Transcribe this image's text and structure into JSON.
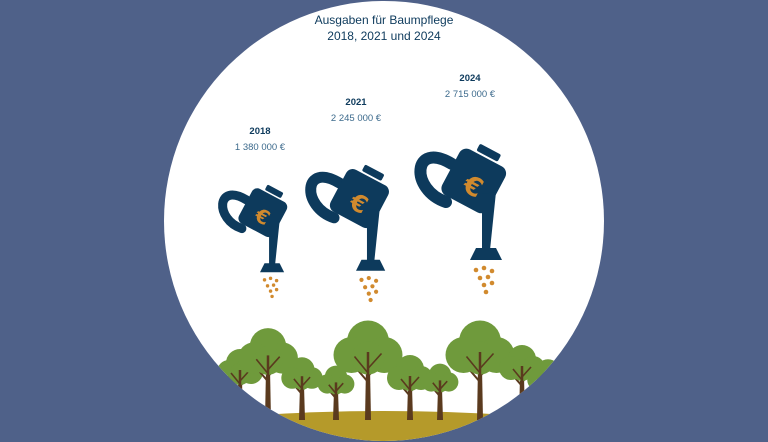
{
  "chart_data": {
    "type": "pictogram",
    "title_lines": [
      "Ausgaben für Baumpflege",
      "2018, 2021 und 2024"
    ],
    "categories": [
      "2018",
      "2021",
      "2024"
    ],
    "values": [
      1380000,
      2245000,
      2715000
    ],
    "value_labels": [
      "1 380 000 €",
      "2 245 000 €",
      "2 715 000 €"
    ],
    "unit_symbol": "€",
    "icon": "watering-can-icon",
    "colors": {
      "background": "#4f6189",
      "circle": "#ffffff",
      "can": "#0d3a5c",
      "euro": "#d18a2e",
      "drops": "#d18a2e",
      "tree_leaf": "#6f9a3c",
      "tree_trunk": "#5a3a1e",
      "ground": "#b59a2a"
    }
  }
}
